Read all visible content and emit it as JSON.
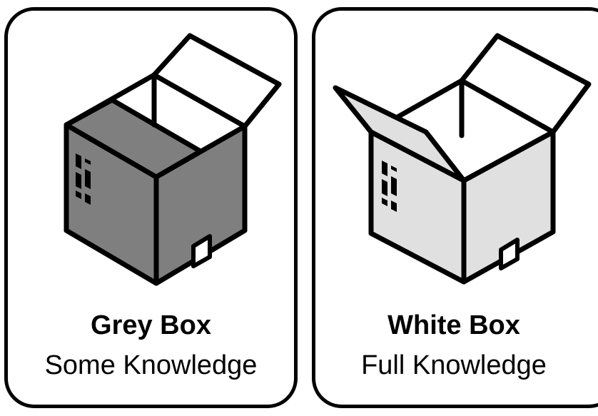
{
  "cards": [
    {
      "title": "Grey Box",
      "subtitle": "Some Knowledge",
      "box_fill": "#7f7f7f",
      "icon": "open-box-icon"
    },
    {
      "title": "White Box",
      "subtitle": "Full Knowledge",
      "box_fill": "#e0e0e0",
      "icon": "open-box-icon"
    }
  ]
}
